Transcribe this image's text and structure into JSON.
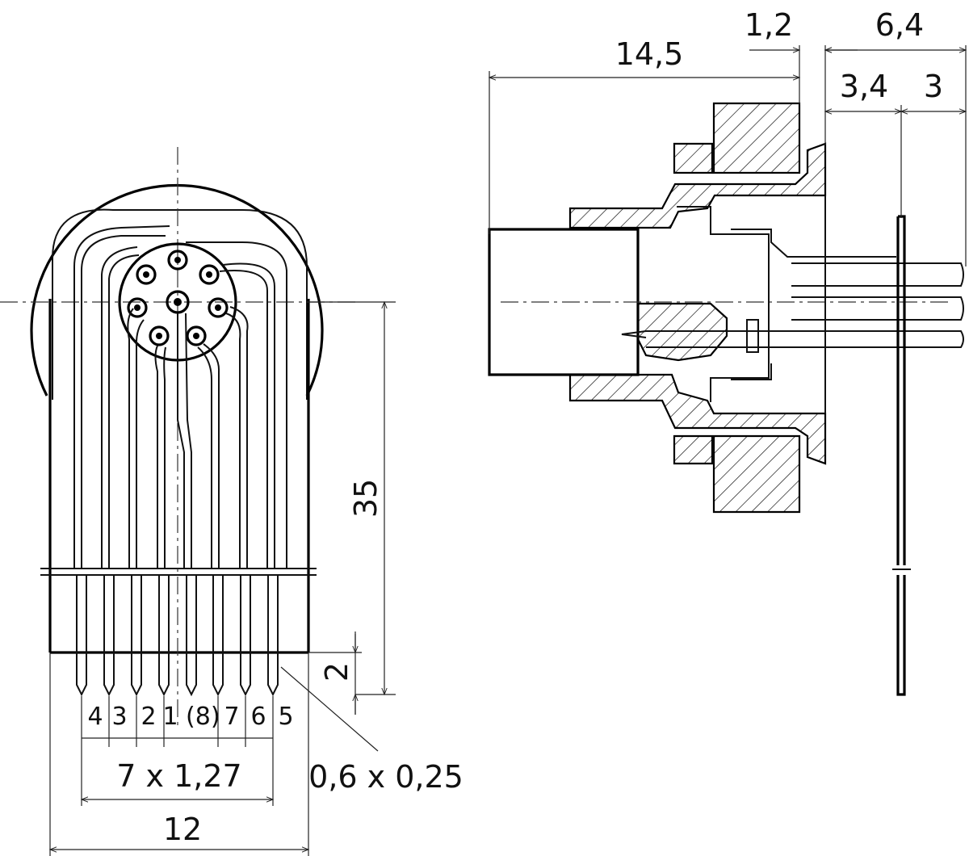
{
  "dimensions": {
    "front_height": "35",
    "pin_protrusion": "2",
    "pin_labels": [
      "4",
      "3",
      "2",
      "1 (8)",
      "7",
      "6",
      "5"
    ],
    "pitch": "7 x 1,27",
    "width": "12",
    "pin_section": "0,6 x 0,25",
    "side_body_length": "14,5",
    "flange_thickness": "1,2",
    "rear_length": "6,4",
    "rear_offset": "3,4",
    "pin_tail": "3"
  }
}
